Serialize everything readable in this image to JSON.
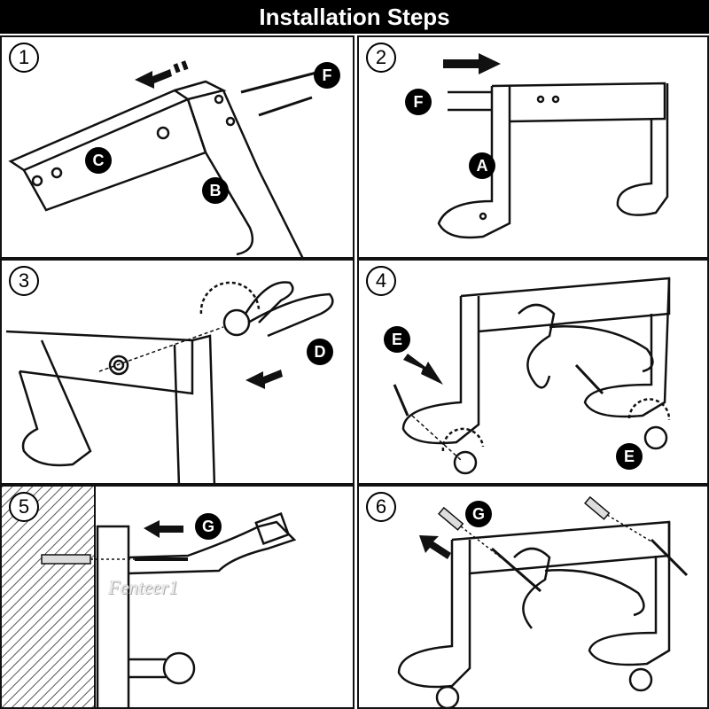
{
  "title": "Installation Steps",
  "steps": [
    {
      "number": "1",
      "labels": [
        "F",
        "C",
        "B"
      ]
    },
    {
      "number": "2",
      "labels": [
        "F",
        "A"
      ]
    },
    {
      "number": "3",
      "labels": [
        "D"
      ]
    },
    {
      "number": "4",
      "labels": [
        "E",
        "E"
      ]
    },
    {
      "number": "5",
      "labels": [
        "G"
      ]
    },
    {
      "number": "6",
      "labels": [
        "G"
      ]
    }
  ],
  "watermark": "Fenteer1"
}
